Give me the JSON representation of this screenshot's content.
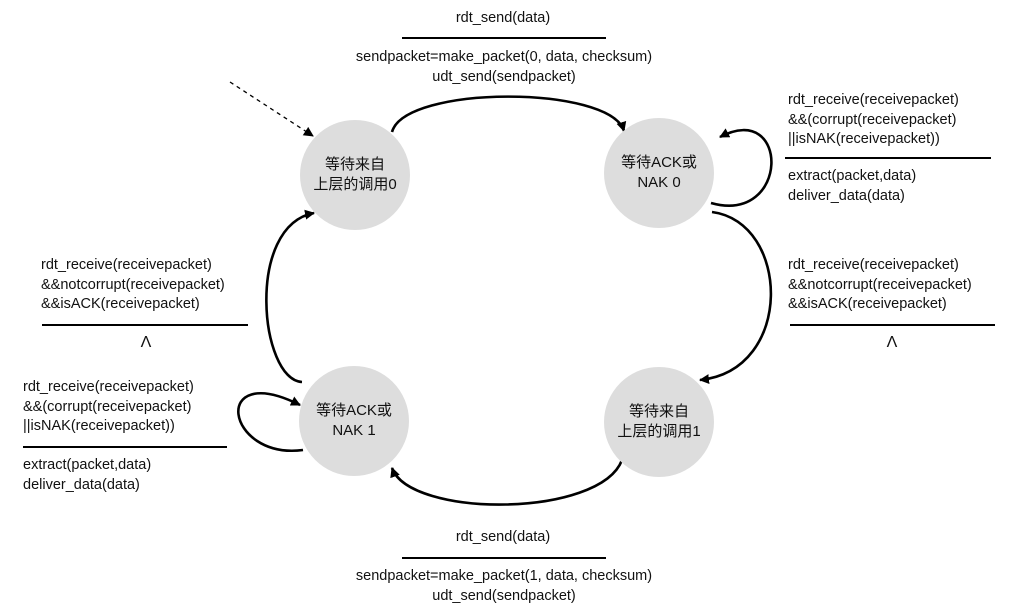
{
  "states": {
    "s0": {
      "line1": "等待来自",
      "line2": "上层的调用0"
    },
    "s1": {
      "line1": "等待ACK或",
      "line2": "NAK 0"
    },
    "s2": {
      "line1": "等待来自",
      "line2": "上层的调用1"
    },
    "s3": {
      "line1": "等待ACK或",
      "line2": "NAK 1"
    }
  },
  "transitions": {
    "t_top": {
      "event": "rdt_send(data)",
      "actions": [
        "sendpacket=make_packet(0, data, checksum)",
        "udt_send(sendpacket)"
      ]
    },
    "t_self_nak0": {
      "event": [
        "rdt_receive(receivepacket)",
        "&&(corrupt(receivepacket)",
        "||isNAK(receivepacket))"
      ],
      "actions": [
        "extract(packet,data)",
        "deliver_data(data)"
      ]
    },
    "t_right": {
      "event": [
        "rdt_receive(receivepacket)",
        "&&notcorrupt(receivepacket)",
        "&&isACK(receivepacket)"
      ],
      "action": "Λ"
    },
    "t_bottom": {
      "event": "rdt_send(data)",
      "actions": [
        "sendpacket=make_packet(1, data, checksum)",
        "udt_send(sendpacket)"
      ]
    },
    "t_left": {
      "event": [
        "rdt_receive(receivepacket)",
        "&&notcorrupt(receivepacket)",
        "&&isACK(receivepacket)"
      ],
      "action": "Λ"
    },
    "t_self_nak1": {
      "event": [
        "rdt_receive(receivepacket)",
        "&&(corrupt(receivepacket)",
        "||isNAK(receivepacket))"
      ],
      "actions": [
        "extract(packet,data)",
        "deliver_data(data)"
      ]
    }
  }
}
